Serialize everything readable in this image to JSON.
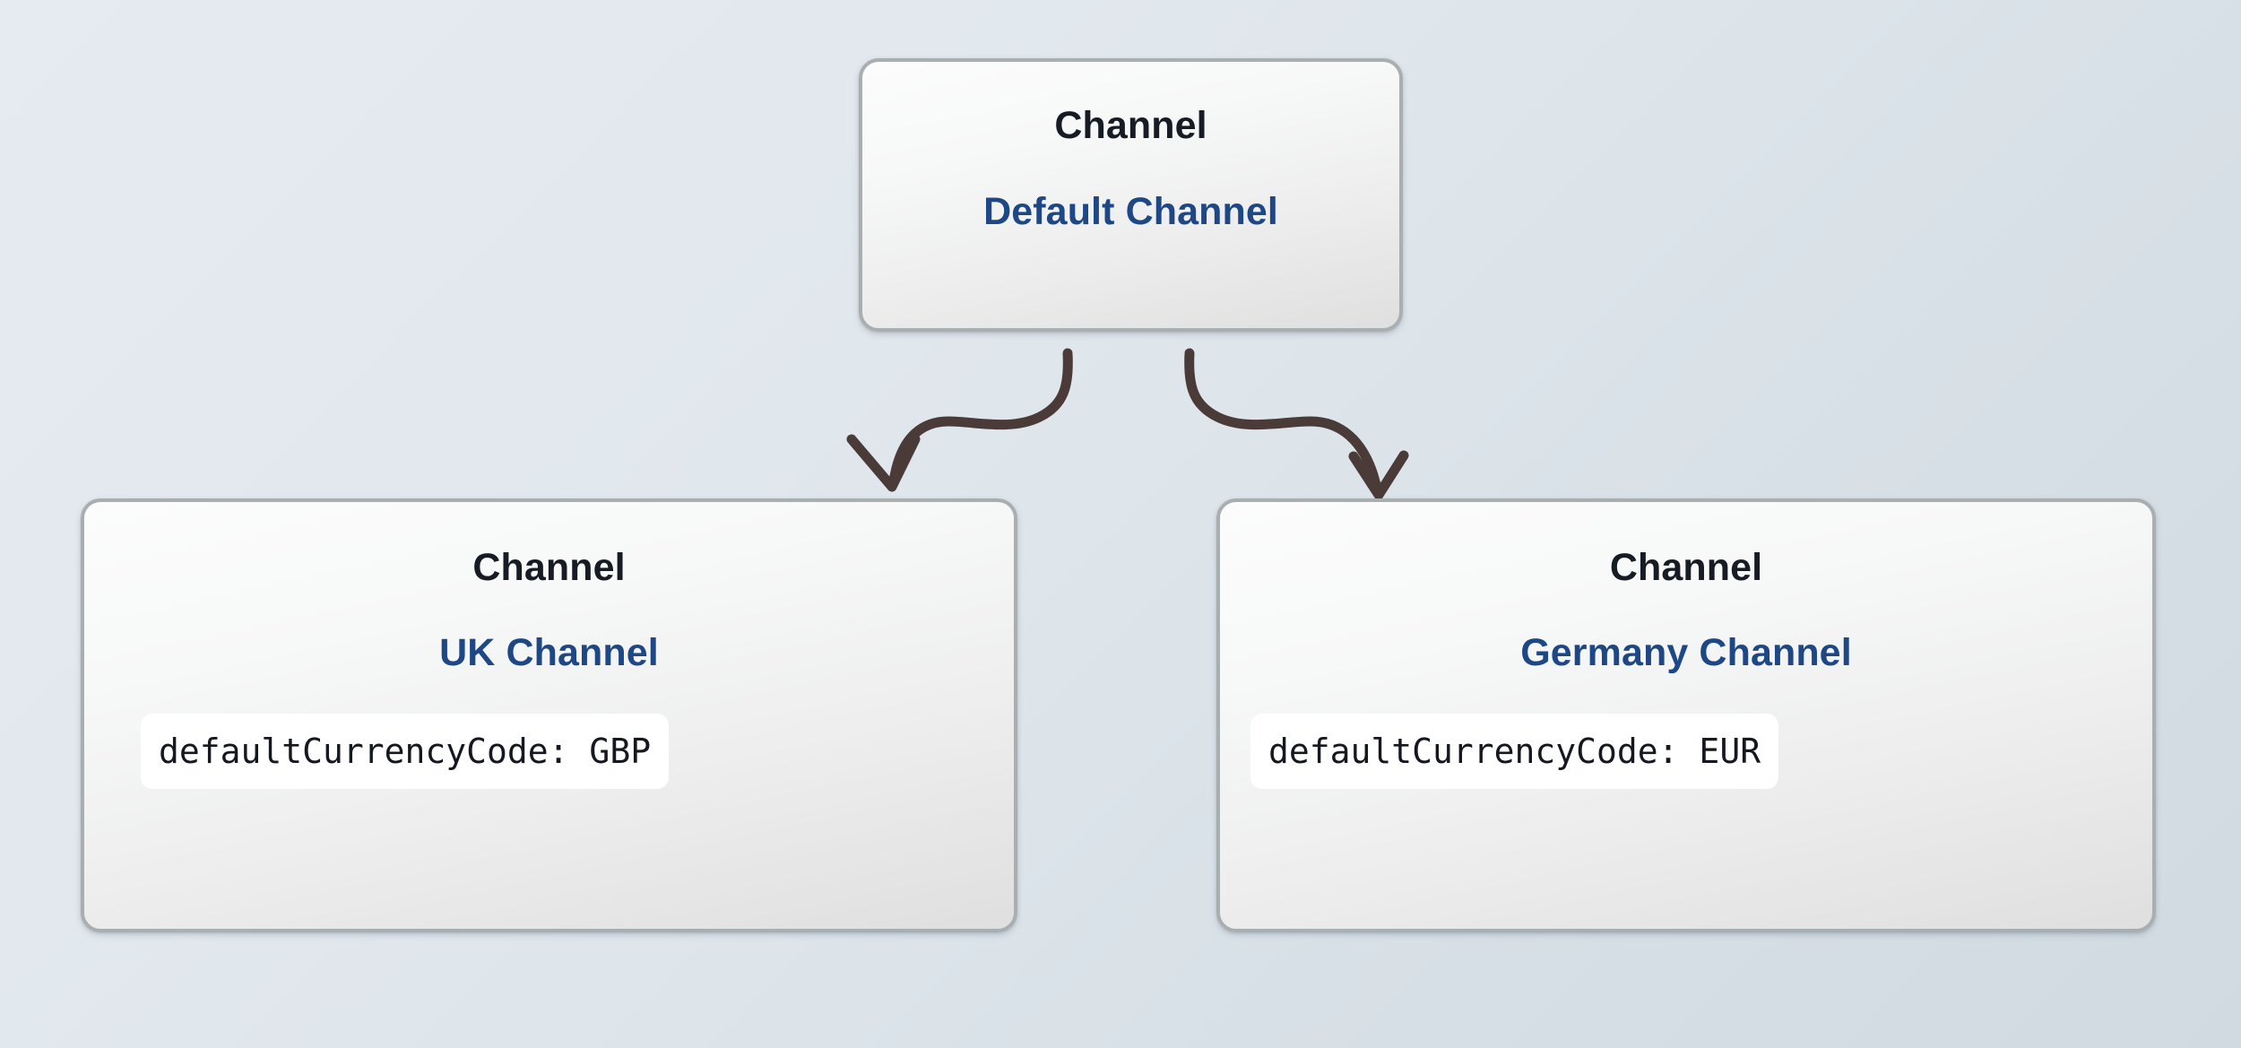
{
  "diagram": {
    "type": "entity-relationship-tree",
    "background_color_start": "#e5ebf0",
    "background_color_end": "#d1dae1",
    "accent_name_color": "#1e4786",
    "type_label_color": "#171b24",
    "edge_color": "#4a3b38",
    "card_border_color": "#a9aeb1"
  },
  "nodes": {
    "root": {
      "type_label": "Channel",
      "name": "Default Channel"
    },
    "left_child": {
      "type_label": "Channel",
      "name": "UK Channel",
      "attribute": "defaultCurrencyCode: GBP"
    },
    "right_child": {
      "type_label": "Channel",
      "name": "Germany Channel",
      "attribute": "defaultCurrencyCode: EUR"
    }
  },
  "edges": [
    {
      "id": "root-to-uk",
      "from": "root",
      "to": "left_child",
      "style": "hand-drawn-curved-arrow"
    },
    {
      "id": "root-to-de",
      "from": "root",
      "to": "right_child",
      "style": "hand-drawn-curved-arrow"
    }
  ]
}
